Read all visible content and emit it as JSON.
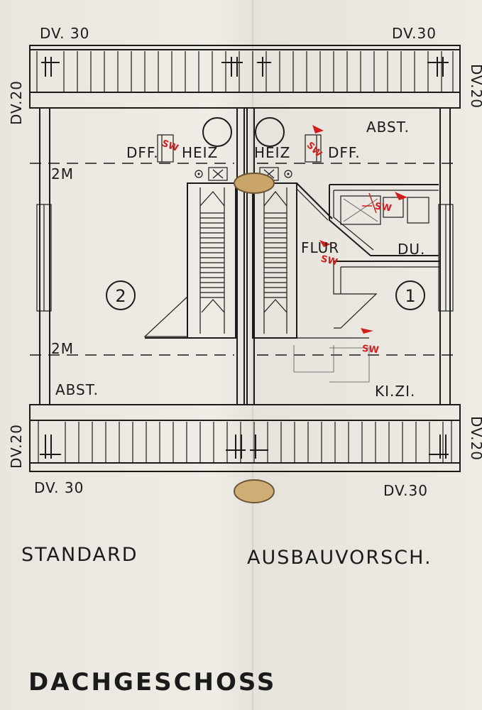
{
  "plan": {
    "dims": {
      "top_left": "DV. 30",
      "top_right": "DV.30",
      "bottom_left": "DV. 30",
      "bottom_right": "DV.30",
      "left_top": "DV.20",
      "left_bottom": "DV.20",
      "right_top": "DV.20",
      "right_bottom": "DV.20"
    },
    "rooms": {
      "abst_top": "ABST.",
      "abst_bottom": "ABST.",
      "dff_left": "DFF.",
      "dff_right": "DFF.",
      "heiz_left": "HEIZ",
      "heiz_right": "HEIZ",
      "flur": "FLUR",
      "du": "DU.",
      "kizi": "KI.ZI.",
      "height_top": "2M",
      "height_bottom": "2M",
      "unit_left": "2",
      "unit_right": "1"
    },
    "stamps": [
      "SW",
      "SW",
      "SW",
      "SW",
      "SW"
    ],
    "captions": {
      "standard": "STANDARD",
      "variant": "AUSBAUVORSCH.",
      "floor": "DACHGESCHOSS"
    },
    "colors": {
      "ink": "#1b1b1b",
      "stamp": "#d11f1f",
      "paper": "#ece9e3"
    }
  }
}
